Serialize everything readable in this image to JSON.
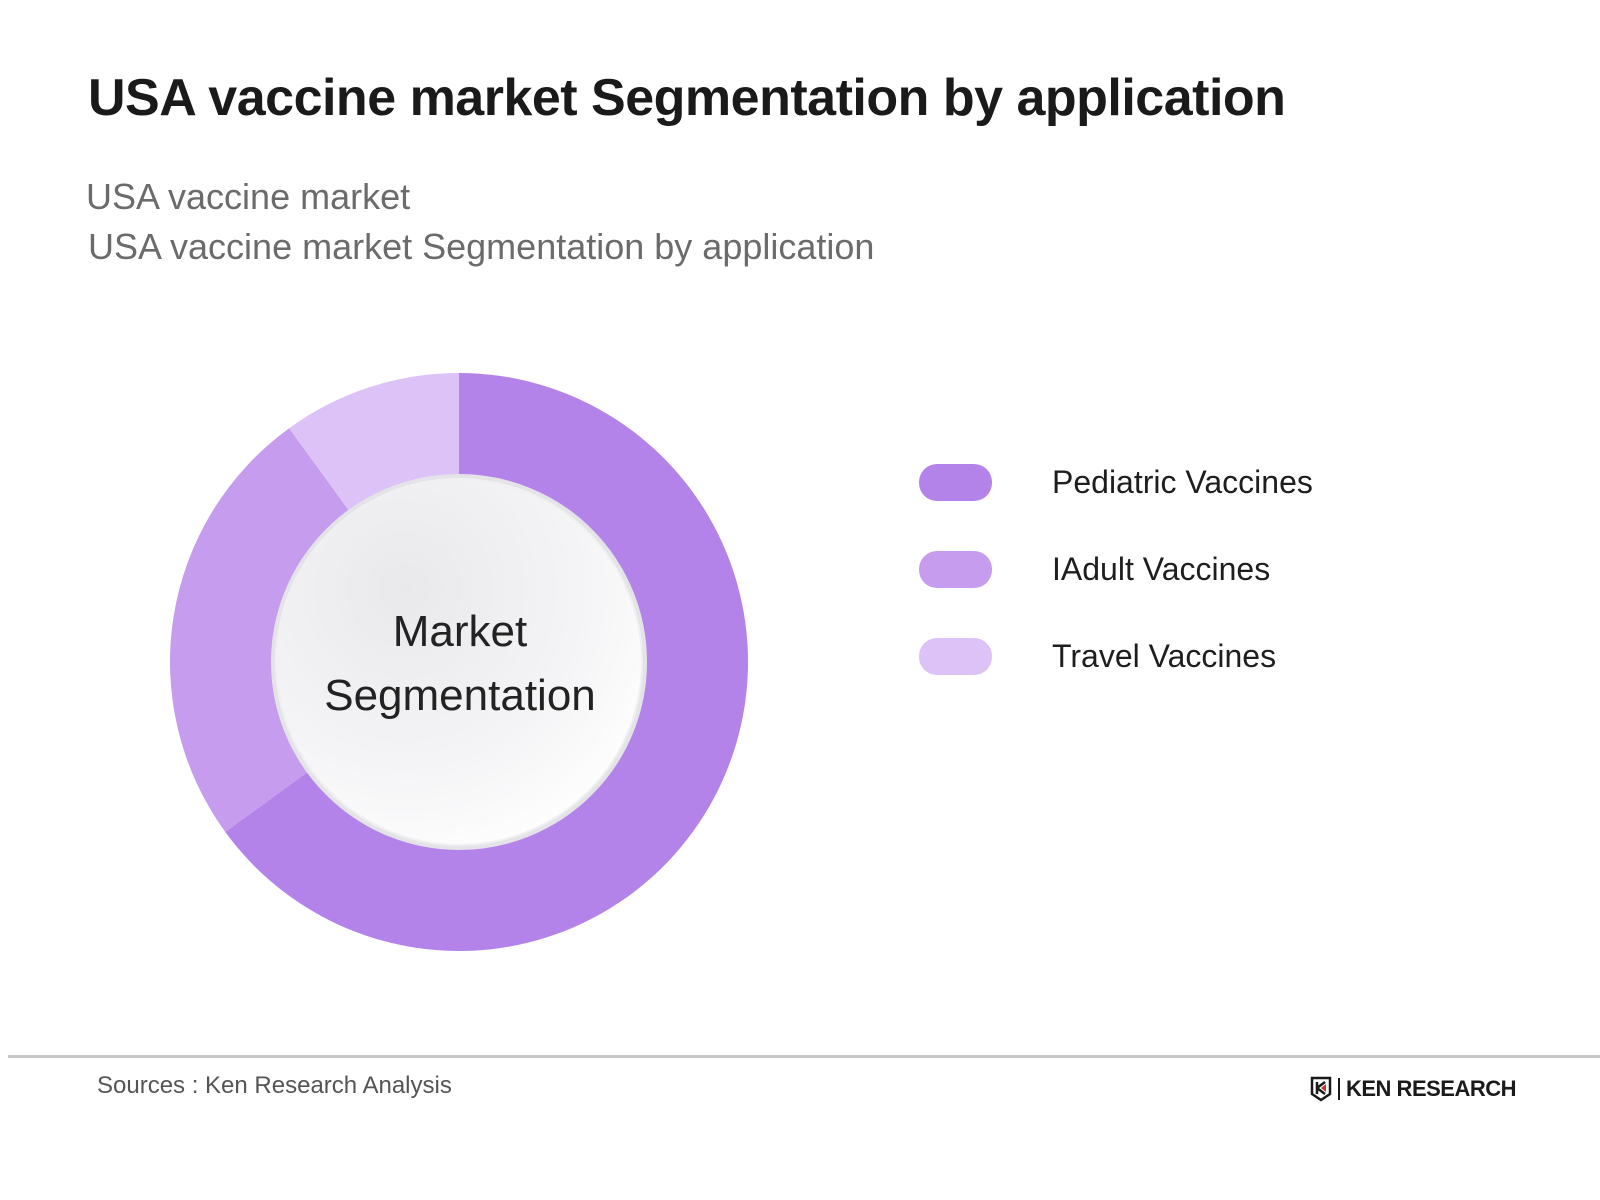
{
  "header": {
    "title": "USA vaccine market Segmentation by application",
    "subtitle_line1": "USA vaccine market",
    "subtitle_line2": "USA vaccine market Segmentation by application"
  },
  "chart": {
    "center_label_line1": "Market",
    "center_label_line2": "Segmentation"
  },
  "legend": [
    {
      "label": "Pediatric Vaccines",
      "color": "#b483ea"
    },
    {
      "label": "IAdult Vaccines",
      "color": "#c69cee"
    },
    {
      "label": "Travel Vaccines",
      "color": "#dcc2f7"
    }
  ],
  "footer": {
    "source": "Sources : Ken Research Analysis",
    "logo_text": "KEN RESEARCH"
  },
  "chart_data": {
    "type": "pie",
    "subtype": "donut",
    "title": "USA vaccine market Segmentation by application",
    "subtitle": "USA vaccine market",
    "categories": [
      "Pediatric Vaccines",
      "IAdult Vaccines",
      "Travel Vaccines"
    ],
    "values": [
      65,
      25,
      10
    ],
    "unit": "% (estimated from segment angles)",
    "colors": [
      "#b483ea",
      "#c69cee",
      "#dcc2f7"
    ],
    "center_text": "Market Segmentation",
    "legend_position": "right",
    "source": "Sources : Ken Research Analysis"
  }
}
